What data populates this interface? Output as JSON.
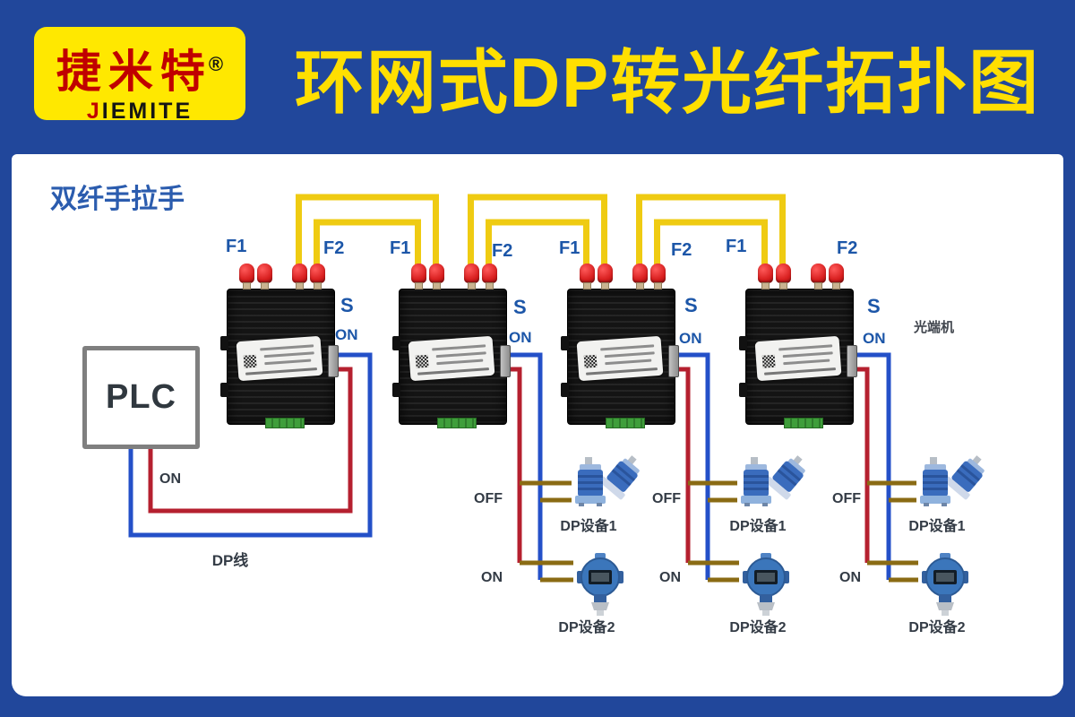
{
  "colors": {
    "background_blue": "#21479b",
    "logo_yellow": "#ffe800",
    "logo_red": "#c00000",
    "title_yellow": "#ffdf00",
    "fiber_yellow": "#efcb12",
    "dp_wire_red": "#b5202f",
    "dp_wire_blue": "#2450c8",
    "tap_brown": "#8a6b14",
    "port_label_blue": "#1c56a8",
    "text_charcoal": "#333b45"
  },
  "header": {
    "logo": {
      "brand": "捷米特",
      "registered": "®",
      "latin_initial": "J",
      "latin_rest": "IEMITE"
    },
    "title": "环网式DP转光纤拓扑图"
  },
  "diagram": {
    "subtitle": "双纤手拉手",
    "plc": {
      "label": "PLC",
      "wire_on": "ON",
      "dp_line": "DP线"
    },
    "optical_terminal": "光端机",
    "converters": [
      {
        "f1": "F1",
        "f2": "F2",
        "s": "S",
        "on": "ON"
      },
      {
        "f1": "F1",
        "f2": "F2",
        "s": "S",
        "on": "ON"
      },
      {
        "f1": "F1",
        "f2": "F2",
        "s": "S",
        "on": "ON"
      },
      {
        "f1": "F1",
        "f2": "F2",
        "s": "S",
        "on": "ON"
      }
    ],
    "branches": [
      {
        "off": "OFF",
        "on": "ON",
        "device1": "DP设备1",
        "device2": "DP设备2"
      },
      {
        "off": "OFF",
        "on": "ON",
        "device1": "DP设备1",
        "device2": "DP设备2"
      },
      {
        "off": "OFF",
        "on": "ON",
        "device1": "DP设备1",
        "device2": "DP设备2"
      }
    ]
  }
}
